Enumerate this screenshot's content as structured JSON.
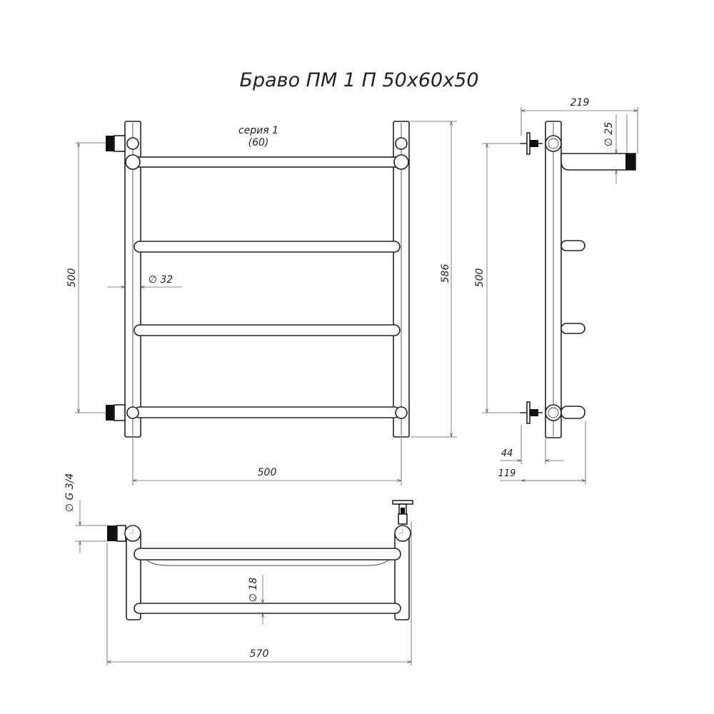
{
  "title": "Браво ПМ 1 П 50х60х50",
  "series": {
    "line1": "серия 1",
    "line2": "(60)"
  },
  "front": {
    "dim_height_left": "500",
    "dim_height_right": "586",
    "dim_width": "500",
    "dim_pipe": "32"
  },
  "side": {
    "dim_depth": "219",
    "dim_diameter": "25",
    "dim_height": "500",
    "dim_offset_a": "44",
    "dim_offset_b": "119"
  },
  "top": {
    "dim_thread": "G 3/4",
    "dim_bar": "18",
    "dim_width": "570"
  },
  "symbols": {
    "diameter": "∅"
  }
}
